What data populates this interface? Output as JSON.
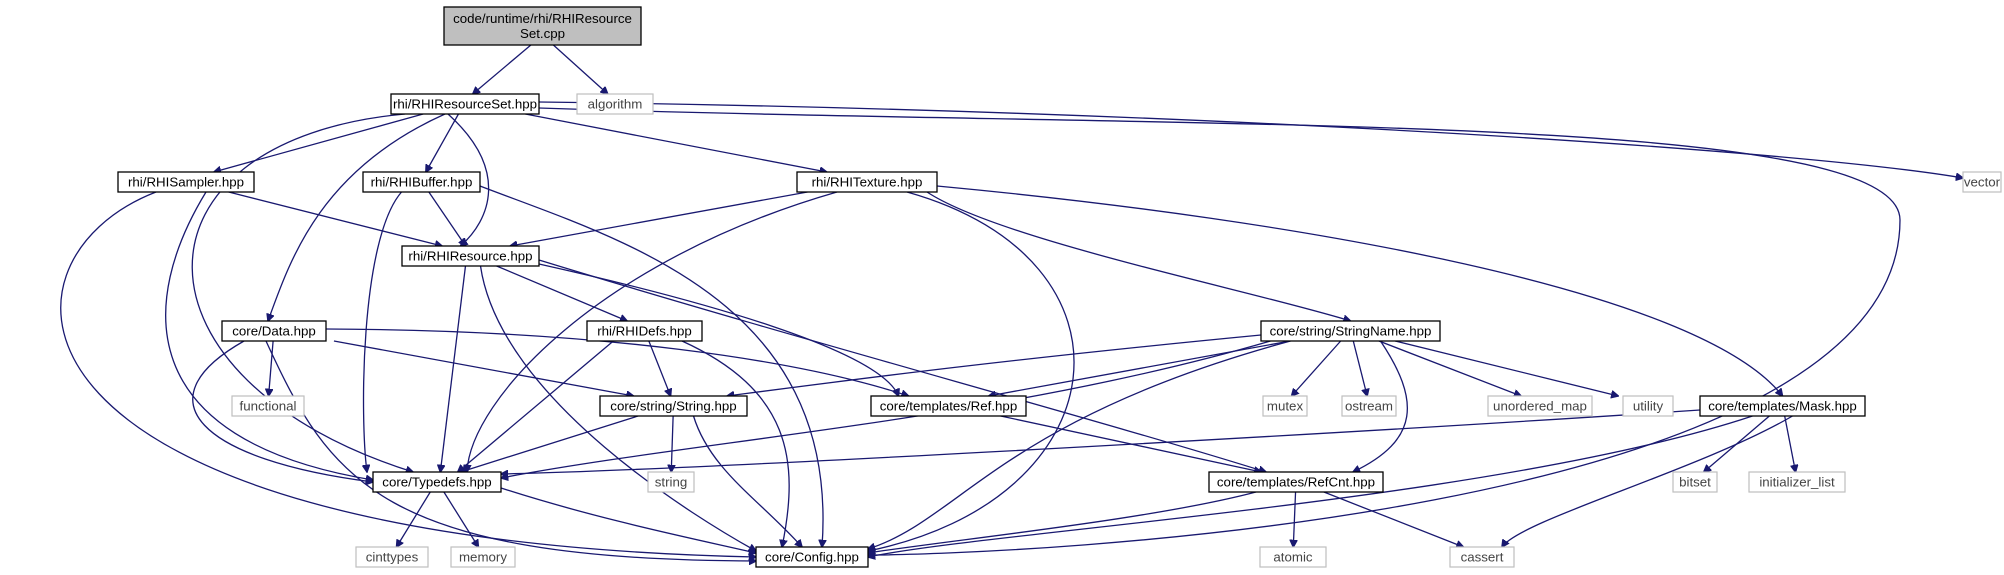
{
  "nodes": {
    "root": {
      "lines": [
        "code/runtime/rhi/RHIResource",
        "Set.cpp"
      ],
      "kind": "root"
    },
    "resset": {
      "lines": [
        "rhi/RHIResourceSet.hpp"
      ],
      "kind": "file"
    },
    "algorithm": {
      "lines": [
        "algorithm"
      ],
      "kind": "sys"
    },
    "sampler": {
      "lines": [
        "rhi/RHISampler.hpp"
      ],
      "kind": "file"
    },
    "buffer": {
      "lines": [
        "rhi/RHIBuffer.hpp"
      ],
      "kind": "file"
    },
    "texture": {
      "lines": [
        "rhi/RHITexture.hpp"
      ],
      "kind": "file"
    },
    "vector": {
      "lines": [
        "vector"
      ],
      "kind": "sys"
    },
    "resource": {
      "lines": [
        "rhi/RHIResource.hpp"
      ],
      "kind": "file"
    },
    "data": {
      "lines": [
        "core/Data.hpp"
      ],
      "kind": "file"
    },
    "defs": {
      "lines": [
        "rhi/RHIDefs.hpp"
      ],
      "kind": "file"
    },
    "stringname": {
      "lines": [
        "core/string/StringName.hpp"
      ],
      "kind": "file"
    },
    "functional": {
      "lines": [
        "functional"
      ],
      "kind": "sys"
    },
    "string_h": {
      "lines": [
        "core/string/String.hpp"
      ],
      "kind": "file"
    },
    "ref": {
      "lines": [
        "core/templates/Ref.hpp"
      ],
      "kind": "file"
    },
    "mutex": {
      "lines": [
        "mutex"
      ],
      "kind": "sys"
    },
    "ostream": {
      "lines": [
        "ostream"
      ],
      "kind": "sys"
    },
    "unordered_map": {
      "lines": [
        "unordered_map"
      ],
      "kind": "sys"
    },
    "utility": {
      "lines": [
        "utility"
      ],
      "kind": "sys"
    },
    "mask": {
      "lines": [
        "core/templates/Mask.hpp"
      ],
      "kind": "file"
    },
    "typedefs": {
      "lines": [
        "core/Typedefs.hpp"
      ],
      "kind": "file"
    },
    "string_sys": {
      "lines": [
        "string"
      ],
      "kind": "sys"
    },
    "refcnt": {
      "lines": [
        "core/templates/RefCnt.hpp"
      ],
      "kind": "file"
    },
    "bitset": {
      "lines": [
        "bitset"
      ],
      "kind": "sys"
    },
    "initializer_list": {
      "lines": [
        "initializer_list"
      ],
      "kind": "sys"
    },
    "cinttypes": {
      "lines": [
        "cinttypes"
      ],
      "kind": "sys"
    },
    "memory": {
      "lines": [
        "memory"
      ],
      "kind": "sys"
    },
    "config": {
      "lines": [
        "core/Config.hpp"
      ],
      "kind": "file"
    },
    "atomic": {
      "lines": [
        "atomic"
      ],
      "kind": "sys"
    },
    "cassert": {
      "lines": [
        "cassert"
      ],
      "kind": "sys"
    }
  },
  "edges": [
    [
      "root",
      "resset"
    ],
    [
      "root",
      "algorithm"
    ],
    [
      "resset",
      "sampler"
    ],
    [
      "resset",
      "buffer"
    ],
    [
      "resset",
      "texture"
    ],
    [
      "resset",
      "vector"
    ],
    [
      "resset",
      "resource"
    ],
    [
      "resset",
      "data"
    ],
    [
      "resset",
      "typedefs"
    ],
    [
      "resset",
      "config"
    ],
    [
      "sampler",
      "resource"
    ],
    [
      "sampler",
      "typedefs"
    ],
    [
      "sampler",
      "config"
    ],
    [
      "buffer",
      "resource"
    ],
    [
      "buffer",
      "typedefs"
    ],
    [
      "buffer",
      "config"
    ],
    [
      "texture",
      "resource"
    ],
    [
      "texture",
      "typedefs"
    ],
    [
      "texture",
      "config"
    ],
    [
      "texture",
      "stringname"
    ],
    [
      "texture",
      "mask"
    ],
    [
      "resource",
      "defs"
    ],
    [
      "resource",
      "ref"
    ],
    [
      "resource",
      "refcnt"
    ],
    [
      "resource",
      "typedefs"
    ],
    [
      "resource",
      "config"
    ],
    [
      "data",
      "functional"
    ],
    [
      "data",
      "string_h"
    ],
    [
      "data",
      "ref"
    ],
    [
      "data",
      "typedefs"
    ],
    [
      "data",
      "config"
    ],
    [
      "defs",
      "string_h"
    ],
    [
      "defs",
      "typedefs"
    ],
    [
      "defs",
      "config"
    ],
    [
      "stringname",
      "string_h"
    ],
    [
      "stringname",
      "ref"
    ],
    [
      "stringname",
      "mutex"
    ],
    [
      "stringname",
      "ostream"
    ],
    [
      "stringname",
      "unordered_map"
    ],
    [
      "stringname",
      "utility"
    ],
    [
      "stringname",
      "typedefs"
    ],
    [
      "stringname",
      "refcnt"
    ],
    [
      "stringname",
      "config"
    ],
    [
      "string_h",
      "typedefs"
    ],
    [
      "string_h",
      "string_sys"
    ],
    [
      "string_h",
      "config"
    ],
    [
      "ref",
      "refcnt"
    ],
    [
      "mask",
      "typedefs"
    ],
    [
      "mask",
      "bitset"
    ],
    [
      "mask",
      "initializer_list"
    ],
    [
      "mask",
      "cassert"
    ],
    [
      "mask",
      "config"
    ],
    [
      "typedefs",
      "cinttypes"
    ],
    [
      "typedefs",
      "memory"
    ],
    [
      "typedefs",
      "config"
    ],
    [
      "refcnt",
      "atomic"
    ],
    [
      "refcnt",
      "cassert"
    ],
    [
      "refcnt",
      "config"
    ]
  ]
}
